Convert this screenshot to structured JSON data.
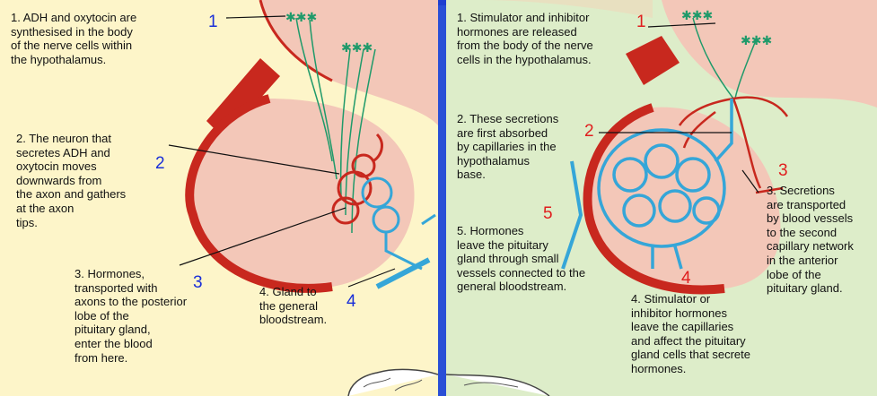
{
  "left": {
    "steps": [
      {
        "number": "1",
        "text": "1. ADH and oxytocin are\nsynthesised in the body\nof the nerve cells within\nthe hypothalamus."
      },
      {
        "number": "2",
        "text": "2. The neuron that\nsecretes ADH and\noxytocin moves\ndownwards from\nthe axon and gathers\nat the axon\ntips."
      },
      {
        "number": "3",
        "text": "3. Hormones,\ntransported with\naxons to the posterior\nlobe of the\npituitary gland,\nenter the blood\nfrom here."
      },
      {
        "number": "4",
        "text": "4. Gland to\nthe general\nbloodstream."
      }
    ]
  },
  "right": {
    "steps": [
      {
        "number": "1",
        "text": "1. Stimulator and inhibitor\nhormones are released\n from the body of the nerve\ncells in the hypothalamus."
      },
      {
        "number": "2",
        "text": "2. These secretions\nare first absorbed\nby capillaries in the\nhypothalamus\nbase."
      },
      {
        "number": "3",
        "text": "3. Secretions\nare transported\nby blood vessels\n to the second\ncapillary network\nin the anterior\n lobe of the\npituitary gland."
      },
      {
        "number": "4",
        "text": "4. Stimulator or\ninhibitor hormones\nleave the capillaries\nand affect the pituitary\ngland cells that secrete\nhormones."
      },
      {
        "number": "5",
        "text": "5. Hormones\nleave the pituitary\ngland through small\nvessels connected to the\ngeneral bloodstream."
      }
    ]
  },
  "colors": {
    "left_background": "#fdf5c9",
    "right_background": "#ddedc9",
    "frame": "#2a4fd6",
    "left_numbers": "#1a2fd8",
    "right_numbers": "#e01e1e",
    "artery": "#c8281e",
    "vein": "#35a6d8",
    "neuron": "#1f9a6a"
  }
}
